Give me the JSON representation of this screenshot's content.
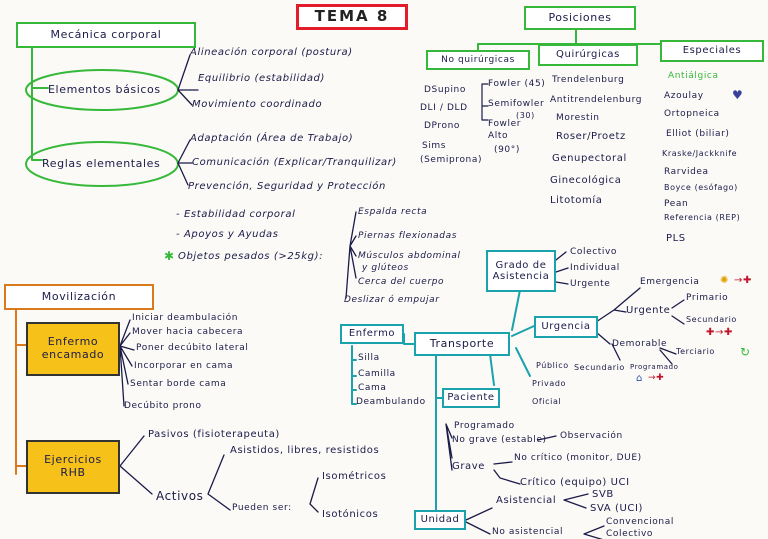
{
  "tema": "TEMA 8",
  "mecanica": {
    "title": "Mecánica corporal",
    "elementos": "Elementos básicos",
    "elementos_items": [
      "Alineación corporal (postura)",
      "Equilibrio (estabilidad)",
      "Movimiento coordinado"
    ],
    "reglas": "Reglas elementales",
    "reglas_items": [
      "Adaptación (Área de Trabajo)",
      "Comunicación (Explicar/Tranquilizar)",
      "Prevención, Seguridad y Protección"
    ],
    "reglas_extra": [
      "- Estabilidad corporal",
      "- Apoyos y Ayudas",
      "Objetos pesados (>25kg):"
    ],
    "pesados": [
      "Espalda recta",
      "Piernas flexionadas",
      "Músculos abdominal",
      "y glúteos",
      "Cerca del cuerpo",
      "Deslizar ó empujar"
    ]
  },
  "posiciones": {
    "title": "Posiciones",
    "no_quir": "No quirúrgicas",
    "no_quir_a": [
      "DSupino",
      "DLI / DLD",
      "DProno",
      "Sims",
      "(Semiprona)"
    ],
    "no_quir_b": [
      "Fowler (45)",
      "Semifowler",
      "(30)",
      "Fowler",
      "Alto",
      "(90°)"
    ],
    "quir": "Quirúrgicas",
    "quir_items": [
      "Trendelenburg",
      "Antitrendelenburg",
      "Morestin",
      "Roser/Proetz",
      "Genupectoral",
      "Ginecológica",
      "Litotomía"
    ],
    "esp": "Especiales",
    "esp_items": [
      "Antiálgica",
      "Azoulay",
      "Ortopneica",
      "Elliot (biliar)",
      "Kraske/Jackknife",
      "Rarvidea",
      "Boyce (esófago)",
      "Pean",
      "Referencia (REP)",
      "PLS"
    ]
  },
  "movil": {
    "title": "Movilización",
    "enfermo": [
      "Enfermo",
      "encamado"
    ],
    "enfermo_items": [
      "Iniciar deambulación",
      "Mover hacia cabecera",
      "Poner decúbito lateral",
      "Incorporar en cama",
      "Sentar borde cama",
      "Decúbito prono"
    ],
    "ejercicios": [
      "Ejercicios",
      "RHB"
    ],
    "pasivos": "Pasivos (fisioterapeuta)",
    "activos": "Activos",
    "asistidos": "Asistidos, libres, resistidos",
    "pueden": "Pueden ser:",
    "isometricos": "Isométricos",
    "isotonicos": "Isotónicos"
  },
  "transporte": {
    "title": "Transporte",
    "grado": [
      "Grado de",
      "Asistencia"
    ],
    "grado_items": [
      "Colectivo",
      "Individual",
      "Urgente"
    ],
    "urgencia": "Urgencia",
    "emergencia": "Emergencia",
    "urgente": "Urgente",
    "primario": "Primario",
    "secundario": "Secundario",
    "demorable": "Demorable",
    "terciario": "Terciario",
    "programado": "Programado",
    "publico": "Público",
    "secundario2": "Secundario",
    "privado": "Privado",
    "oficial": "Oficial",
    "enfermo": "Enfermo",
    "enfermo_items": [
      "Silla",
      "Camilla",
      "Cama",
      "Deambulando"
    ],
    "paciente": "Paciente",
    "paciente_items": [
      "Programado",
      "No grave (estable)",
      "Grave"
    ],
    "observacion": "Observación",
    "no_critico": "No crítico (monitor, DUE)",
    "critico": "Crítico (equipo) UCI",
    "unidad": "Unidad",
    "asistencial": "Asistencial",
    "svb": "SVB",
    "sva": "SVA (UCI)",
    "no_asistencial": "No asistencial",
    "convencional": "Convencional",
    "colectivo": "Colectivo"
  },
  "colors": {
    "green": "#36b93a",
    "teal": "#1aa2ad",
    "orange": "#d97a1d",
    "yellow": "#f6c21a",
    "red": "#e21c2a",
    "ink": "#1b1b4a"
  }
}
